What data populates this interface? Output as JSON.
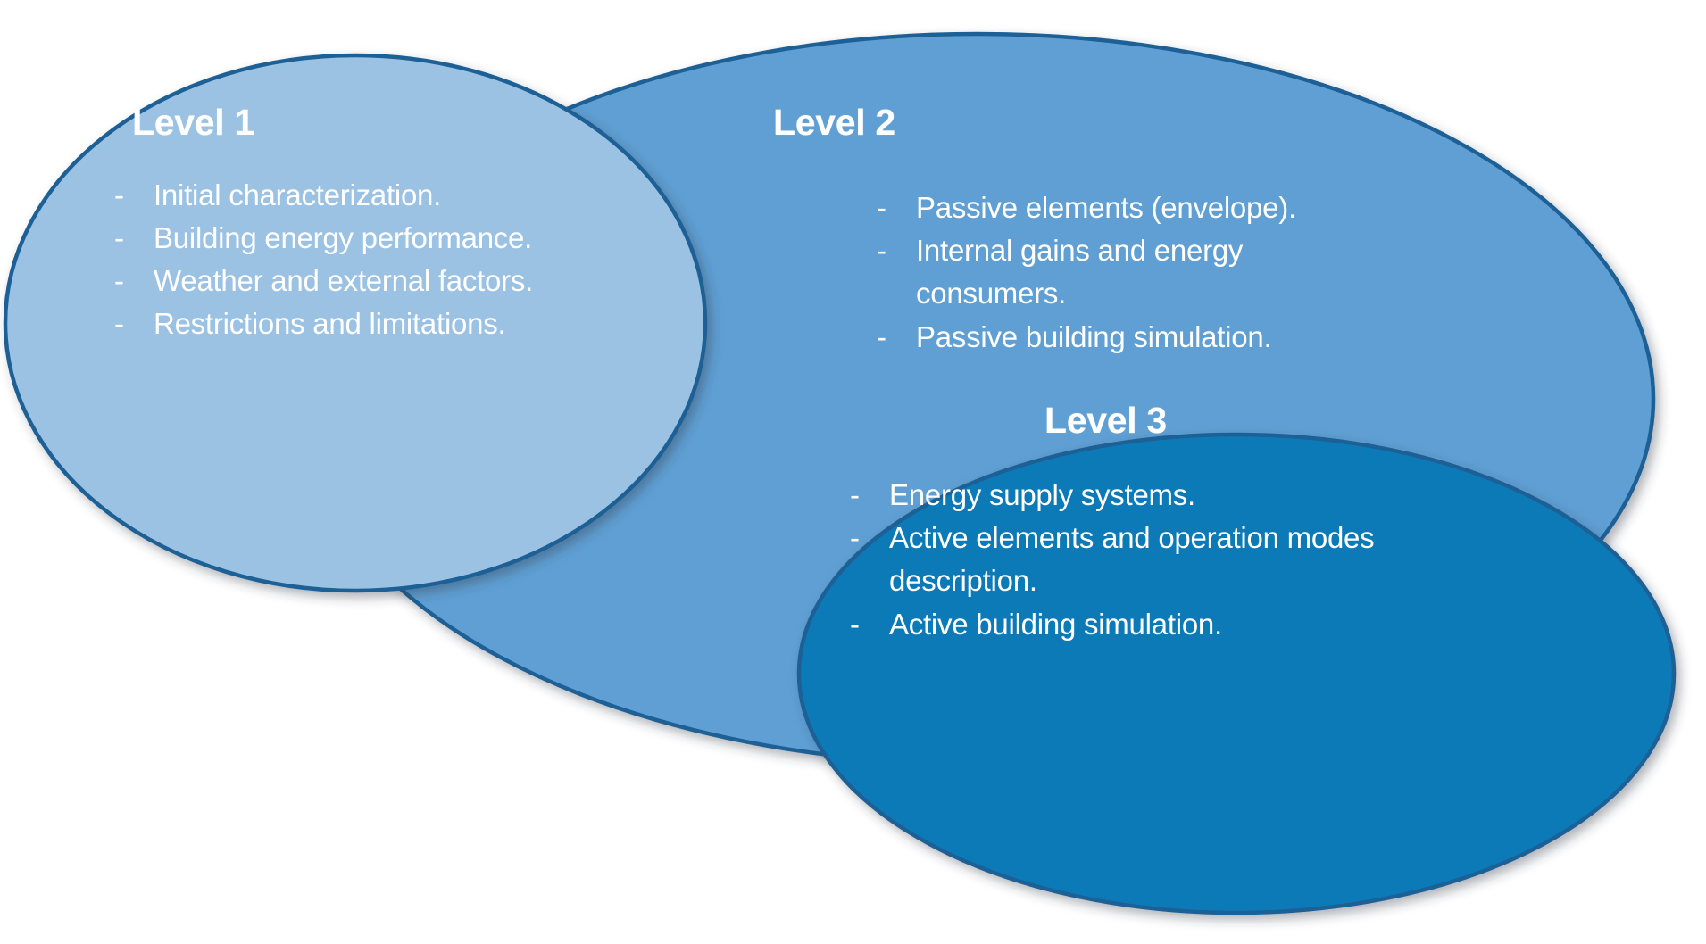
{
  "diagram": {
    "type": "venn-ellipses",
    "title": "Building energy modelling levels",
    "background_color": "#FFFFFF",
    "stroke_color": "#1F6096",
    "text_color": "#FFFFFF"
  },
  "levels": [
    {
      "id": "level-1",
      "title": "Level 1",
      "fill_color": "#9CC2E3",
      "bullet_marker": "-",
      "items": [
        "Initial characterization.",
        "Building energy performance.",
        "Weather and external factors.",
        "Restrictions and limitations."
      ]
    },
    {
      "id": "level-2",
      "title": "Level 2",
      "fill_color": "#5E9FD3",
      "bullet_marker": "-",
      "items": [
        "Passive elements (envelope).",
        "Internal gains and energy consumers.",
        "Passive building simulation."
      ]
    },
    {
      "id": "level-3",
      "title": "Level 3",
      "fill_color": "#0F7AB8",
      "bullet_marker": "-",
      "items": [
        "Energy supply systems.",
        "Active elements and operation modes description.",
        "Active building simulation."
      ]
    }
  ]
}
